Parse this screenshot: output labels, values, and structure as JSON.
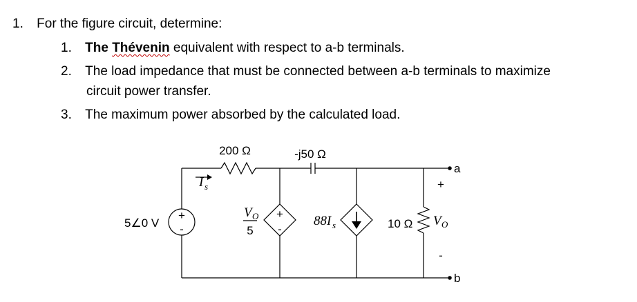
{
  "problem": {
    "number": "1.",
    "intro": "For the figure circuit, determine:",
    "items": [
      {
        "number": "1.",
        "bold_part": "The",
        "bold_misspelled": "Thévenin",
        "text": "equivalent with respect to a-b terminals."
      },
      {
        "number": "2.",
        "text": "The load impedance that must be connected between a-b terminals to maximize",
        "text2": "circuit power transfer."
      },
      {
        "number": "3.",
        "text": "The maximum power absorbed by the calculated load."
      }
    ]
  },
  "circuit": {
    "source_label": "5∠0 V",
    "source_plus": "+",
    "source_minus": "-",
    "resistor_200": "200 Ω",
    "capacitor": "-j50 Ω",
    "current_label": "I",
    "current_sub": "s",
    "dep_voltage_num": "V",
    "dep_voltage_num_sub": "O",
    "dep_voltage_den": "5",
    "dep_plus": "+",
    "dep_minus": "-",
    "dep_current_label": "88I",
    "dep_current_sub": "s",
    "resistor_10": "10 Ω",
    "vo_label": "V",
    "vo_sub": "O",
    "vo_plus": "+",
    "vo_minus": "-",
    "terminal_a": "a",
    "terminal_b": "b"
  }
}
